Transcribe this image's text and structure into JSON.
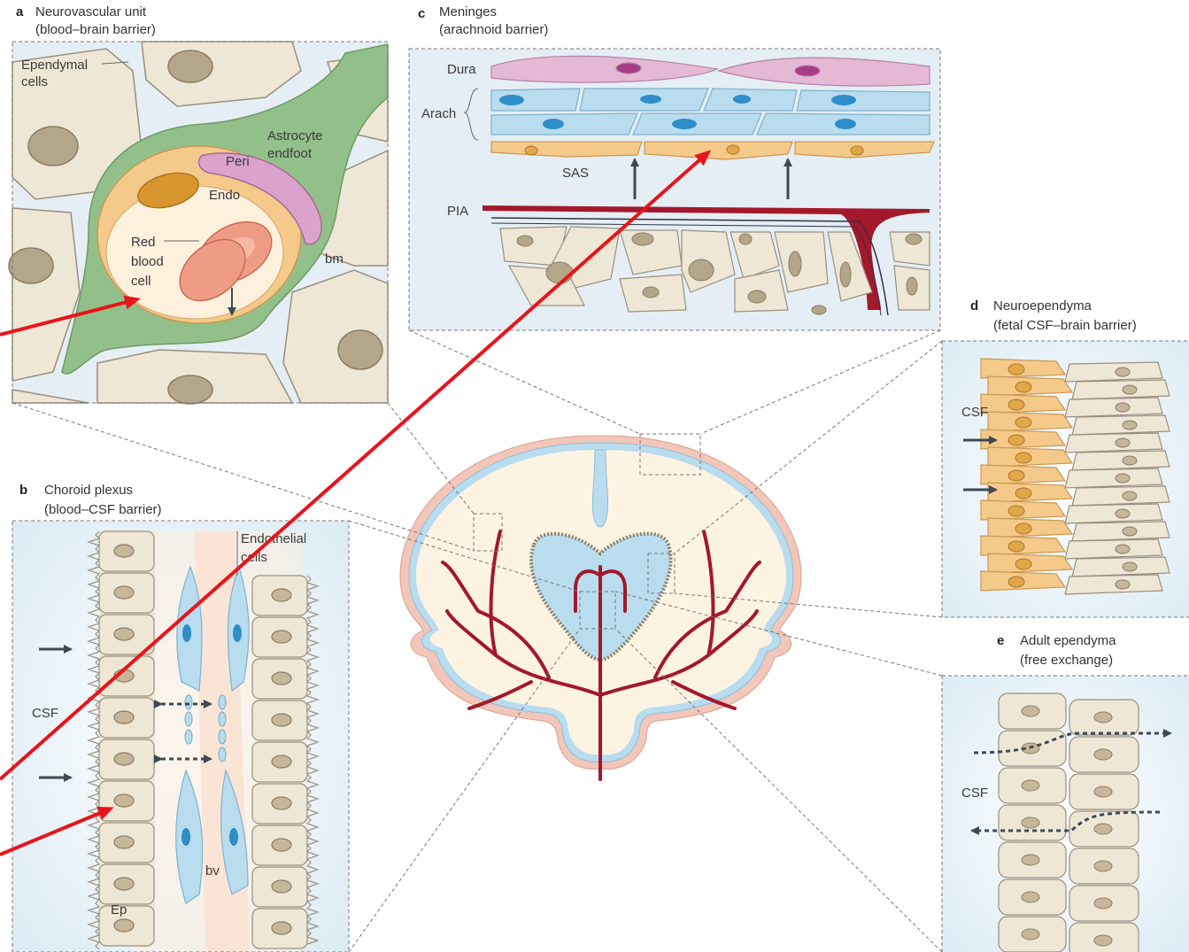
{
  "panels": {
    "a": {
      "letter": "a",
      "title1": "Neurovascular unit",
      "title2": "(blood–brain barrier)",
      "labels": {
        "ependymal1": "Ependymal",
        "ependymal2": "cells",
        "astro1": "Astrocyte",
        "astro2": "endfoot",
        "peri": "Peri",
        "endo": "Endo",
        "rbc1": "Red",
        "rbc2": "blood",
        "rbc3": "cell",
        "bm": "bm"
      }
    },
    "b": {
      "letter": "b",
      "title1": "Choroid plexus",
      "title2": "(blood–CSF barrier)",
      "labels": {
        "endothelial1": "Endothelial",
        "endothelial2": "cells",
        "csf": "CSF",
        "bv": "bv",
        "ep": "Ep"
      }
    },
    "c": {
      "letter": "c",
      "title1": "Meninges",
      "title2": "(arachnoid barrier)",
      "labels": {
        "dura": "Dura",
        "arach": "Arach",
        "sas": "SAS",
        "pia": "PIA"
      }
    },
    "d": {
      "letter": "d",
      "title1": "Neuroependyma",
      "title2": "(fetal CSF–brain barrier)",
      "labels": {
        "csf": "CSF"
      }
    },
    "e": {
      "letter": "e",
      "title1": "Adult ependyma",
      "title2": "(free exchange)",
      "labels": {
        "csf": "CSF"
      }
    }
  },
  "colors": {
    "vessel": "#a3182b",
    "ventricle": "#b9dcef",
    "meninges": "#f2c6b8",
    "tissue": "#fdf3e3",
    "cell": "#efe7d6",
    "nucleus": "#c6b79a",
    "astrocyte": "#93c08a",
    "endo": "#f5c98a",
    "pericyte": "#dba3cb",
    "rbc": "#ef9c86",
    "annotation_arrow": "#e8141b"
  }
}
